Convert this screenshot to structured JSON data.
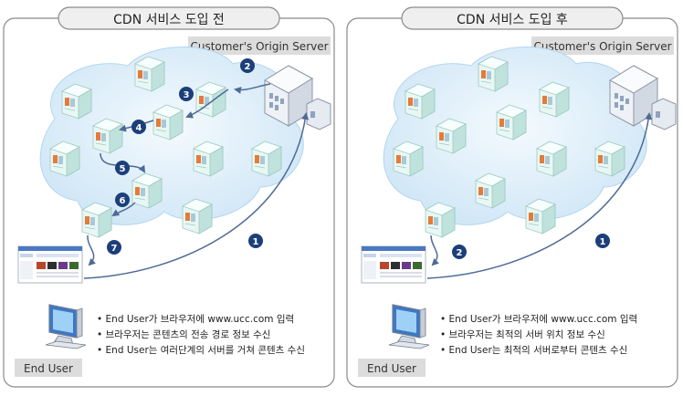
{
  "panels": [
    {
      "title": "CDN 서비스 도입 전",
      "origin_label": "Customer's Origin Server",
      "end_user_label": "End User",
      "steps": [
        "1",
        "2",
        "3",
        "4",
        "5",
        "6",
        "7"
      ],
      "bullets": [
        "End User가 브라우저에 www.ucc.com 입력",
        "브라우저는 콘텐츠의 전송 경로 정보 수신",
        "End User는 여러단계의 서버를 거쳐 콘텐츠 수신"
      ]
    },
    {
      "title": "CDN 서비스 도입 후",
      "origin_label": "Customer's Origin Server",
      "end_user_label": "End User",
      "steps": [
        "1",
        "2"
      ],
      "bullets": [
        "End User가 브라우저에 www.ucc.com 입력",
        "브라우저는 최적의 서버 위치 정보 수신",
        "End User는 최적의 서버로부터 콘텐츠 수신"
      ]
    }
  ],
  "colors": {
    "border": "#8a8a8a",
    "cloud": "#d6ebf7",
    "cloud_edge": "#b3d6ee",
    "server_face": "#cdeee8",
    "step_badge": "#1c3f7a",
    "arrow": "#4e6a96"
  }
}
